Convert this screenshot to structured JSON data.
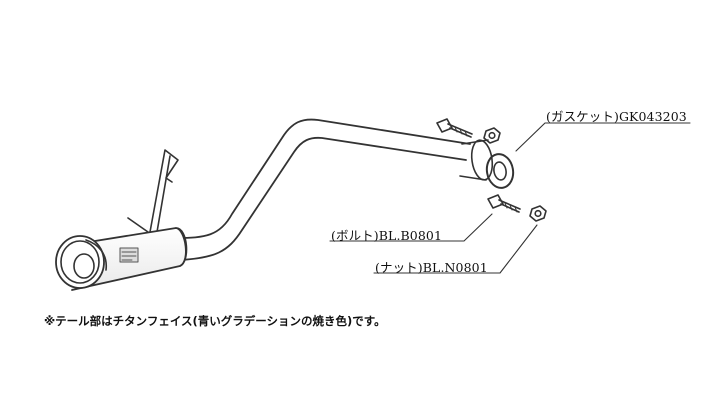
{
  "callouts": {
    "gasket": "(ガスケット)GK043203",
    "bolt": "(ボルト)BL.B0801",
    "nut": "(ナット)BL.N0801"
  },
  "note": "※テール部はチタンフェイス(青いグラデーションの焼き色)です。"
}
